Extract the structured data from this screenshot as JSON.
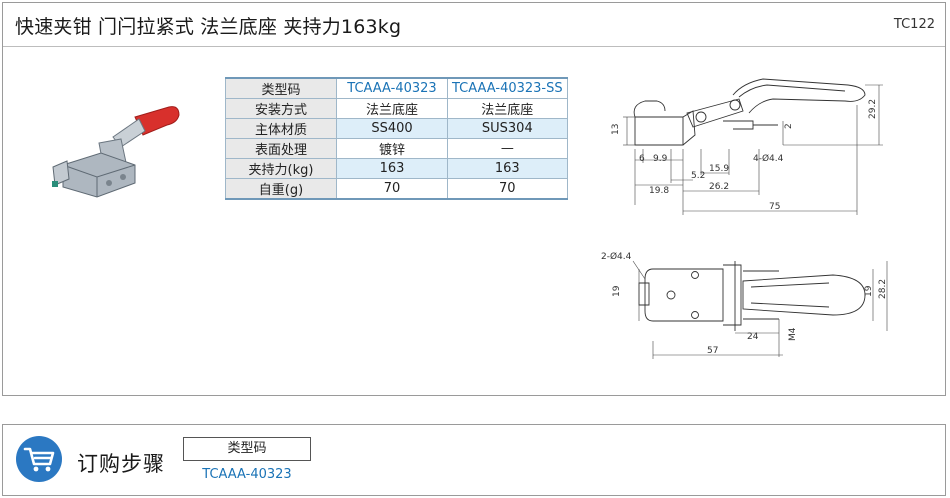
{
  "header": {
    "title": "快速夹钳  门闩拉紧式  法兰底座  夹持力163kg",
    "code": "TC122"
  },
  "spec_table": {
    "rows": [
      {
        "label": "类型码",
        "v1": "TCAAA-40323",
        "v2": "TCAAA-40323-SS"
      },
      {
        "label": "安装方式",
        "v1": "法兰底座",
        "v2": "法兰底座"
      },
      {
        "label": "主体材质",
        "v1": "SS400",
        "v2": "SUS304"
      },
      {
        "label": "表面处理",
        "v1": "镀锌",
        "v2": "—"
      },
      {
        "label": "夹持力(kg)",
        "v1": "163",
        "v2": "163"
      },
      {
        "label": "自重(g)",
        "v1": "70",
        "v2": "70"
      }
    ]
  },
  "side_view_dims": {
    "d13": "13",
    "d6": "6",
    "d9_9": "9.9",
    "d5_2": "5.2",
    "d15_9": "15.9",
    "d19_8": "19.8",
    "d26_2": "26.2",
    "d75": "75",
    "d2": "2",
    "hole": "4-Ø4.4",
    "d29_2": "29.2"
  },
  "top_view_dims": {
    "hole": "2-Ø4.4",
    "d19": "19",
    "d24": "24",
    "m4": "M4",
    "d57": "57",
    "d19b": "19",
    "d28_2": "28.2"
  },
  "order": {
    "title": "订购步骤",
    "box_label": "类型码",
    "code": "TCAAA-40323"
  },
  "colors": {
    "accent": "#2b78c2",
    "link": "#1a73b6",
    "handle_red": "#d8302c"
  }
}
